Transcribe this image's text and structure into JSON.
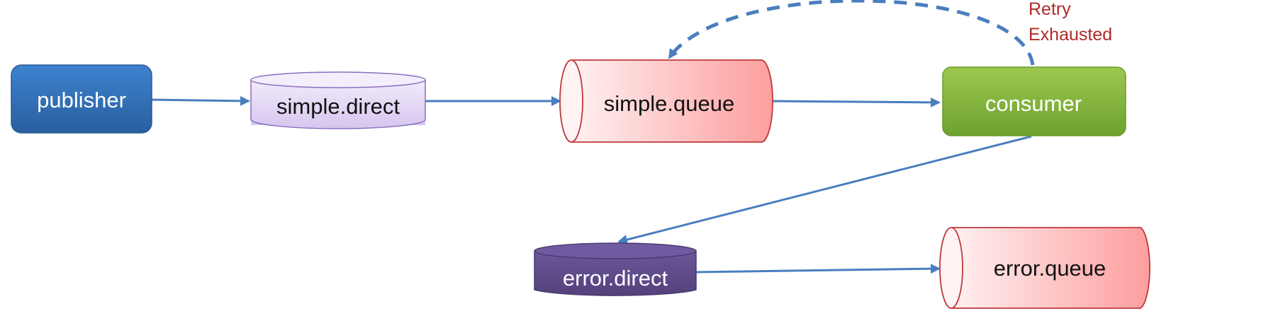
{
  "nodes": {
    "publisher": {
      "label": "publisher",
      "kind": "application",
      "color": "#2f6db5"
    },
    "simple_direct": {
      "label": "simple.direct",
      "kind": "exchange",
      "color": "#ddd0f2"
    },
    "simple_queue": {
      "label": "simple.queue",
      "kind": "queue",
      "color": "#fdb0b0"
    },
    "consumer": {
      "label": "consumer",
      "kind": "application",
      "color": "#7cb23a"
    },
    "error_direct": {
      "label": "error.direct",
      "kind": "exchange",
      "color": "#5e4a86"
    },
    "error_queue": {
      "label": "error.queue",
      "kind": "queue",
      "color": "#fdb0b0"
    }
  },
  "edges": [
    {
      "from": "publisher",
      "to": "simple.direct",
      "style": "solid"
    },
    {
      "from": "simple.direct",
      "to": "simple.queue",
      "style": "solid"
    },
    {
      "from": "simple.queue",
      "to": "consumer",
      "style": "solid"
    },
    {
      "from": "consumer",
      "to": "simple.queue",
      "style": "dashed",
      "label_lines": [
        "Retry",
        "Exhausted"
      ]
    },
    {
      "from": "consumer",
      "to": "error.direct",
      "style": "solid"
    },
    {
      "from": "error.direct",
      "to": "error.queue",
      "style": "solid"
    }
  ],
  "colors": {
    "arrow": "#4a7ebf",
    "retry_label": "#b02a2a"
  }
}
